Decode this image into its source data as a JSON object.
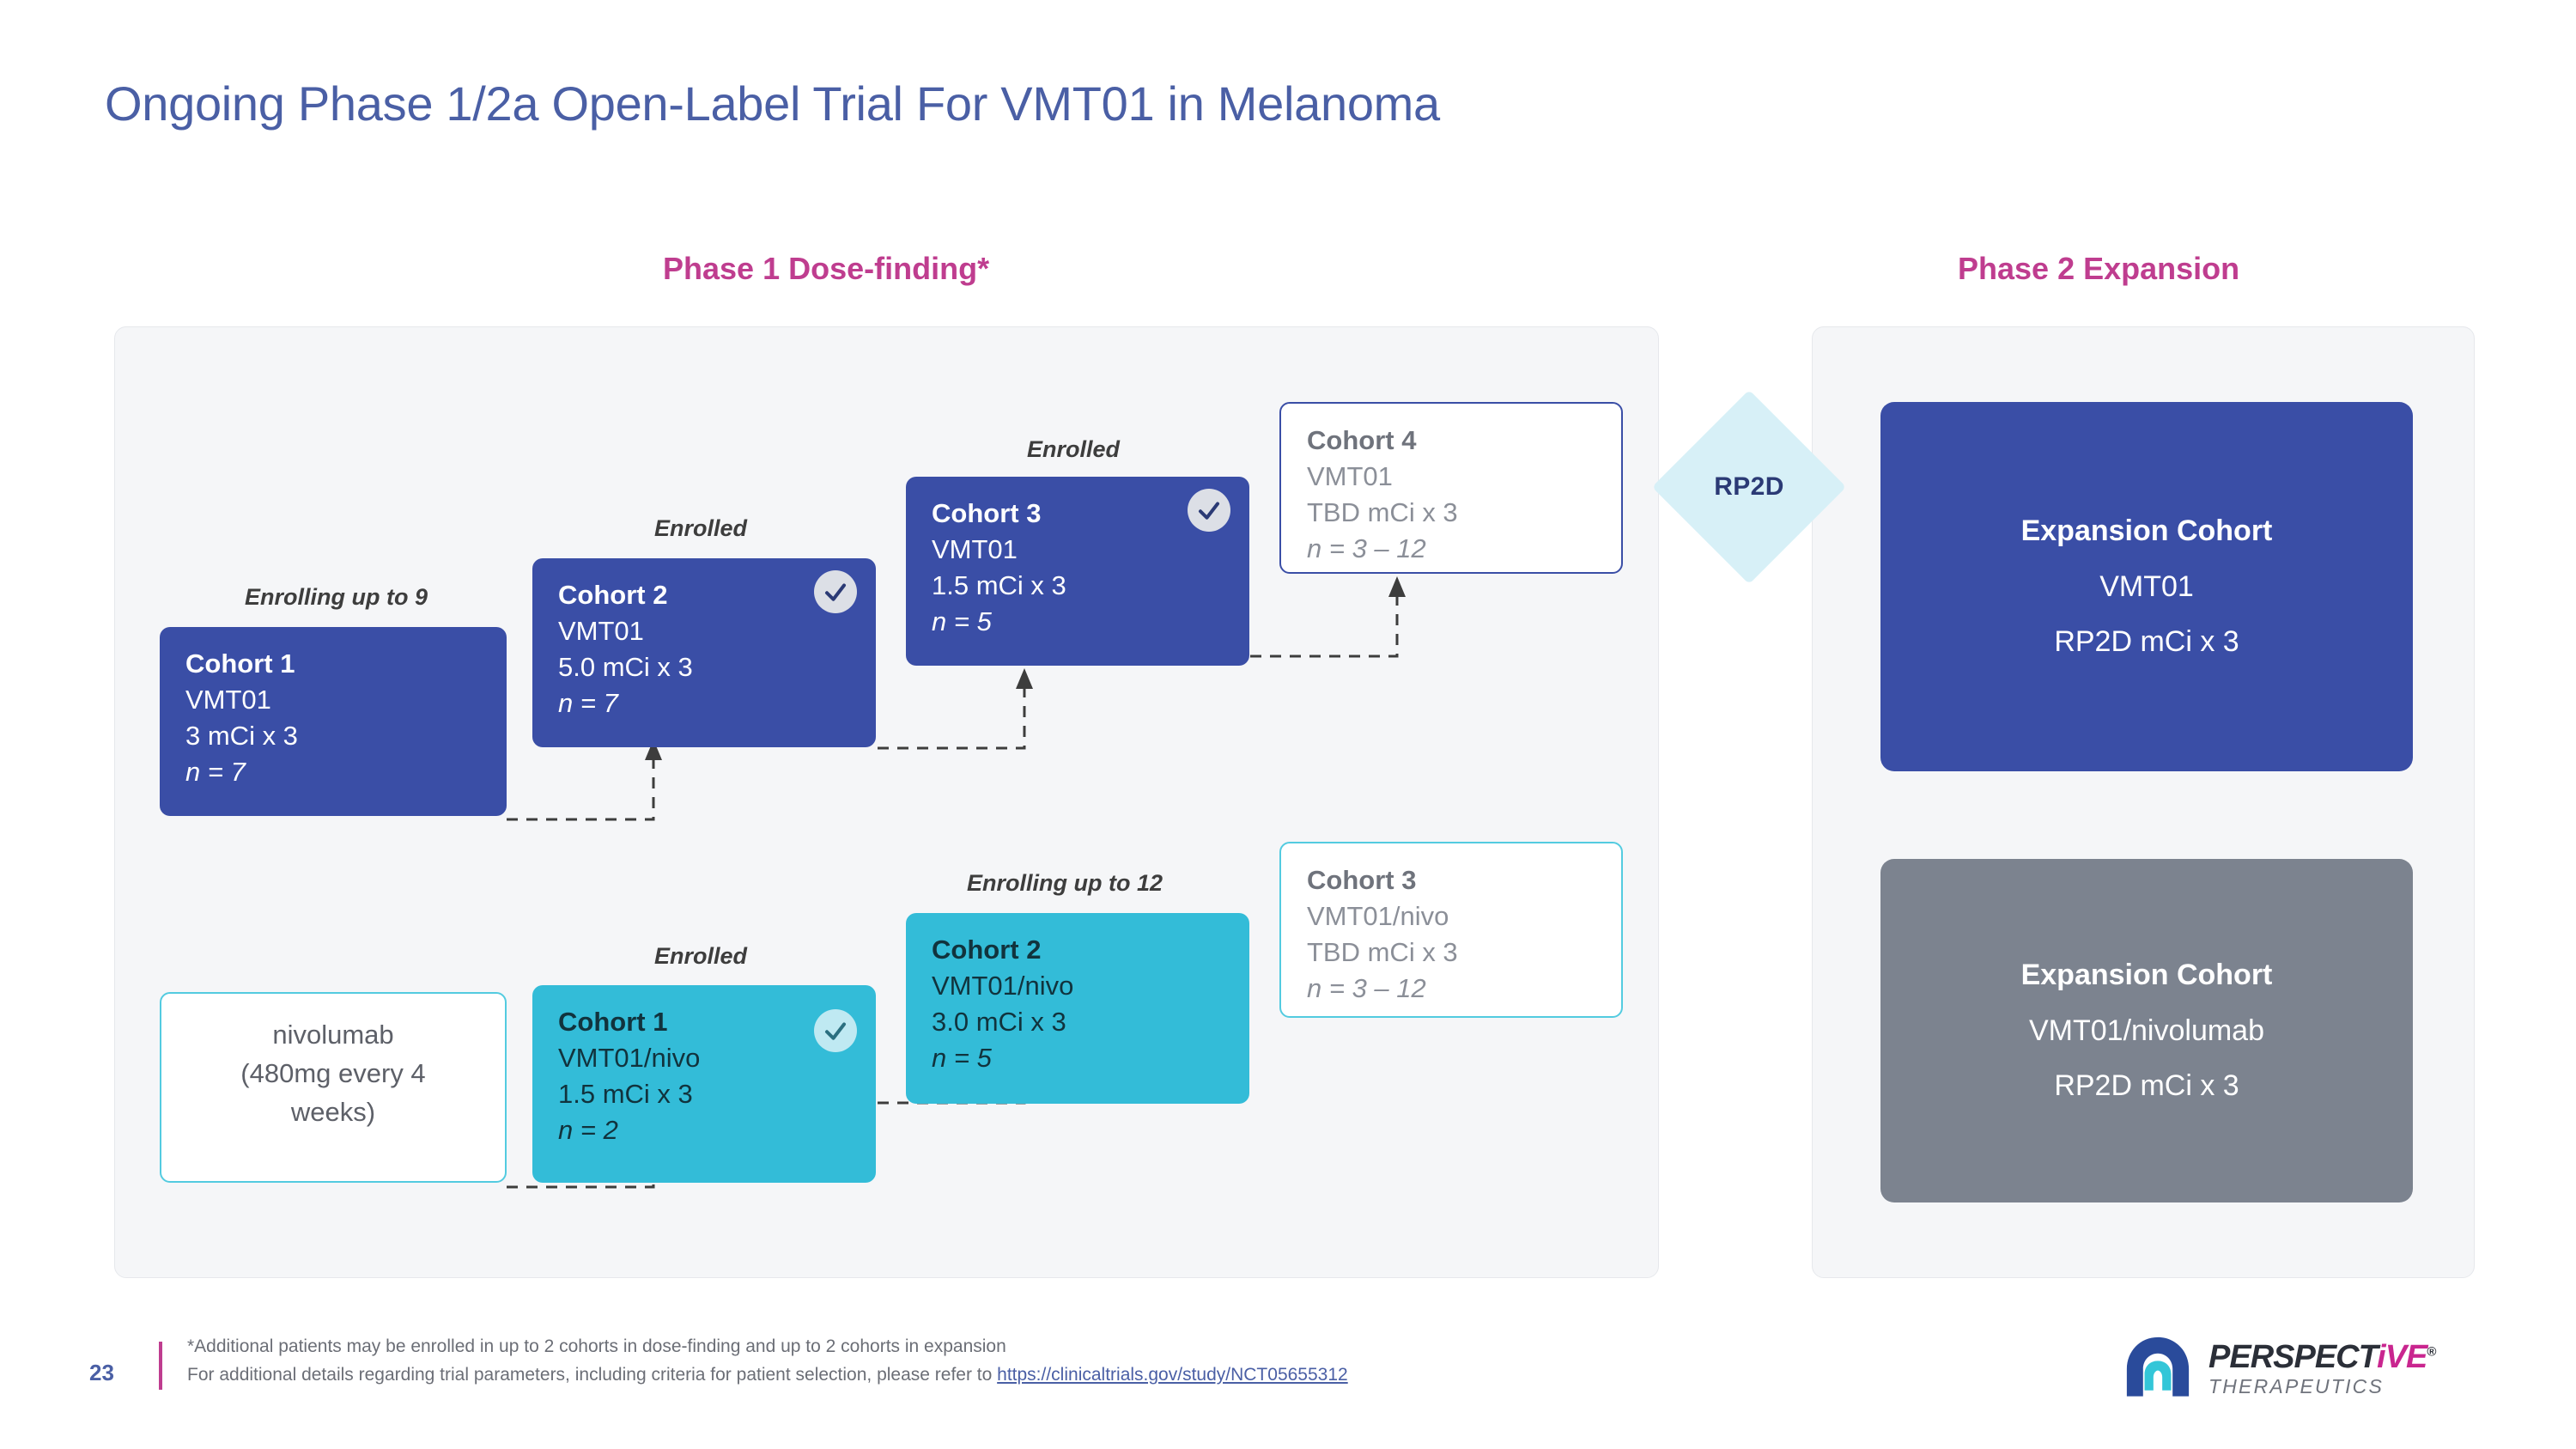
{
  "slide": {
    "title": "Ongoing Phase 1/2a Open-Label Trial For VMT01 in Melanoma",
    "page_number": "23"
  },
  "colors": {
    "title_blue": "#4a5fa5",
    "header_magenta": "#bf3d8f",
    "cohort_blue": "#3a4ea6",
    "cohort_teal": "#33bcd8",
    "expansion_gray": "#7c838f",
    "rp2d_diamond": "#d7f0f7",
    "panel_bg": "#f5f6f8"
  },
  "phase1": {
    "header": "Phase 1 Dose-finding*",
    "mono_arm": {
      "cohorts": [
        {
          "status": "Enrolling up to 9",
          "title": "Cohort 1",
          "drug": "VMT01",
          "dose": "3 mCi x 3",
          "n": "n = 7",
          "checked": false
        },
        {
          "status": "Enrolled",
          "title": "Cohort 2",
          "drug": "VMT01",
          "dose": "5.0 mCi x 3",
          "n": "n = 7",
          "checked": true
        },
        {
          "status": "Enrolled",
          "title": "Cohort 3",
          "drug": "VMT01",
          "dose": "1.5 mCi x 3",
          "n": "n = 5",
          "checked": true
        },
        {
          "status": "",
          "title": "Cohort 4",
          "drug": "VMT01",
          "dose": "TBD mCi x 3",
          "n": "n = 3 – 12",
          "checked": false
        }
      ]
    },
    "combo_arm": {
      "backbone": {
        "line1": "nivolumab",
        "line2": "(480mg every 4",
        "line3": "weeks)"
      },
      "cohorts": [
        {
          "status": "Enrolled",
          "title": "Cohort 1",
          "drug": "VMT01/nivo",
          "dose": "1.5 mCi x 3",
          "n": "n = 2",
          "checked": true
        },
        {
          "status": "Enrolling up to 12",
          "title": "Cohort 2",
          "drug": "VMT01/nivo",
          "dose": "3.0 mCi x 3",
          "n": "n = 5",
          "checked": false
        },
        {
          "status": "",
          "title": "Cohort 3",
          "drug": "VMT01/nivo",
          "dose": "TBD mCi x 3",
          "n": "n = 3 – 12",
          "checked": false
        }
      ]
    }
  },
  "transition": {
    "label": "RP2D"
  },
  "phase2": {
    "header": "Phase 2 Expansion",
    "boxes": [
      {
        "title": "Expansion Cohort",
        "drug": "VMT01",
        "dose": "RP2D mCi x 3"
      },
      {
        "title": "Expansion Cohort",
        "drug": "VMT01/nivolumab",
        "dose": "RP2D mCi x 3"
      }
    ]
  },
  "footer": {
    "line1": "*Additional patients may be enrolled in up to 2 cohorts in dose-finding and up to 2 cohorts in expansion",
    "line2_prefix": "For additional details regarding trial parameters, including criteria for patient selection, please refer to ",
    "line2_link": "https://clinicaltrials.gov/study/NCT05655312"
  },
  "logo": {
    "word_main": "PERSPECT",
    "word_accent": "iVE",
    "registered": "®",
    "subtitle": "THERAPEUTICS"
  }
}
